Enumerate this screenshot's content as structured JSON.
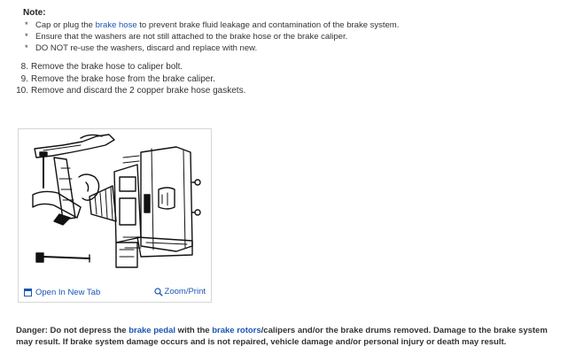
{
  "note": {
    "title": "Note:",
    "items": [
      {
        "pre": "Cap or plug the ",
        "link": "brake hose",
        "post": " to prevent brake fluid leakage and contamination of the brake system."
      },
      {
        "pre": "Ensure that the washers are not still attached to the brake hose or the brake caliper.",
        "link": "",
        "post": ""
      },
      {
        "pre": "DO NOT re-use the washers, discard and replace with new.",
        "link": "",
        "post": ""
      }
    ]
  },
  "steps": [
    {
      "num": "8.",
      "text": "Remove the brake hose to caliper bolt."
    },
    {
      "num": "9.",
      "text": "Remove the brake hose from the brake caliper."
    },
    {
      "num": "10.",
      "text": "Remove and discard the 2 copper brake hose gaskets."
    }
  ],
  "figure": {
    "open_label": "Open In New Tab",
    "zoom_label": "Zoom/Print",
    "link_color": "#1a55b5"
  },
  "danger": {
    "lead": "Danger:",
    "text1": " Do not depress the ",
    "link1": "brake pedal",
    "text2": " with the ",
    "link2": "brake rotors",
    "text3": "/calipers and/or the brake drums removed. Damage to the brake system may result. If brake system damage occurs and is not repaired, vehicle damage and/or personal injury or death may result."
  }
}
